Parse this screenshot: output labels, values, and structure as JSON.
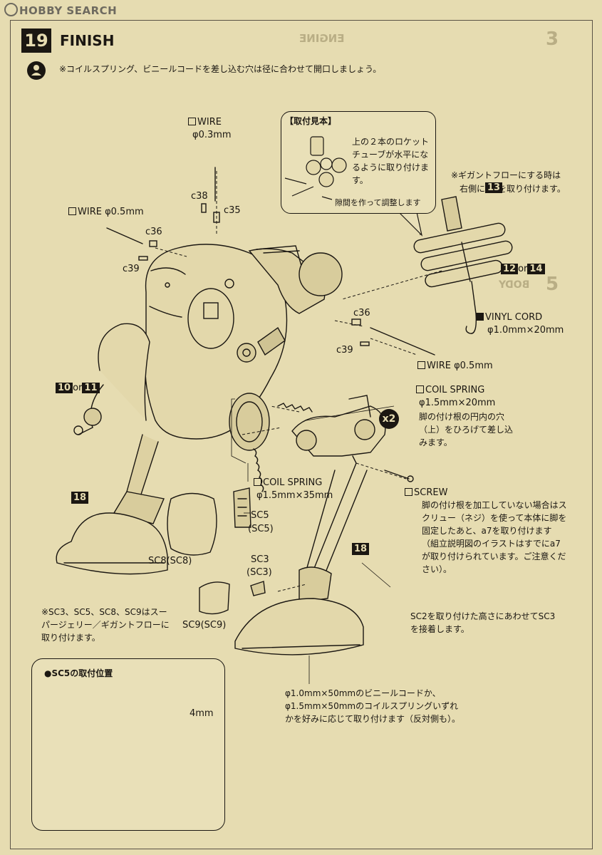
{
  "watermark": "HOBBY SEARCH",
  "step": {
    "number": "19",
    "title": "FINISH",
    "note": "※コイルスプリング、ビニールコードを差し込む穴は径に合わせて開口しましょう。"
  },
  "callout": {
    "title": "【取付見本】",
    "text": "上の２本のロケットチューブが水平になるように取り付けます。",
    "sub": "隙間を作って調整します"
  },
  "gigant_note": {
    "line1": "※ギガントフローにする時は",
    "line2_pre": "右側に",
    "line2_badge": "13",
    "line2_post": "を取り付けます。"
  },
  "labels": {
    "wire_03_name": "WIRE",
    "wire_03_size": "φ0.3mm",
    "c38": "c38",
    "c35": "c35",
    "wire_05_left": "WIRE  φ0.5mm",
    "c36_left": "c36",
    "c39_left": "c39",
    "c36_right": "c36",
    "c39_right": "c39",
    "badge_12": "12",
    "or_1": "or",
    "badge_14": "14",
    "vinyl_name": "VINYL CORD",
    "vinyl_size": "φ1.0mm×20mm",
    "wire_05_right": "WIRE  φ0.5mm",
    "badge_10": "10",
    "or_2": "or",
    "badge_11": "11",
    "coil_top_name": "COIL SPRING",
    "coil_top_size": "φ1.5mm×20mm",
    "coil_top_note": "脚の付け根の円内の穴（上）をひろげて差し込みます。",
    "x2": "x2",
    "coil_bottom_name": "COIL SPRING",
    "coil_bottom_size": "φ1.5mm×35mm",
    "screw_name": "SCREW",
    "screw_note": "脚の付け根を加工していない場合はスクリュー（ネジ）を使って本体に脚を固定したあと、a7を取り付けます（組立説明図のイラストはすでにa7が取り付けられています。ご注意ください）。",
    "badge_18_left": "18",
    "badge_18_right": "18",
    "sc5": "SC5",
    "sc5_alt": "(SC5)",
    "sc8": "SC8(SC8)",
    "sc3": "SC3",
    "sc3_alt": "(SC3)",
    "sc9": "SC9(SC9)",
    "sc2_note": "SC2を取り付けた高さにあわせてSC3を接着します。",
    "sc_note": "※SC3、SC5、SC8、SC9はスーパージェリー／ギガントフローに取り付けます。",
    "cord_note": "φ1.0mm×50mmのビニールコードか、φ1.5mm×50mmのコイルスプリングいずれかを好みに応じて取り付けます（反対側も）。",
    "inset_title": "●SC5の取付位置",
    "inset_dim": "4mm"
  },
  "ghost_text": {
    "engine": "ENGINE",
    "body": "BODY",
    "n3": "3",
    "n5": "5"
  },
  "colors": {
    "paper": "#e6dcb1",
    "ink": "#1b1712",
    "ghost": "#b9ae85"
  }
}
